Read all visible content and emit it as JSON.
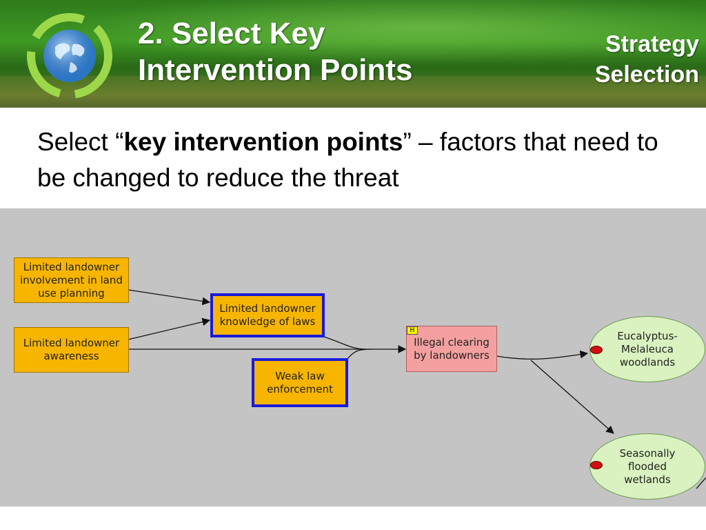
{
  "slide": {
    "title_line1": "2. Select Key",
    "title_line2": "Intervention Points",
    "section_line1": "Strategy",
    "section_line2": "Selection",
    "body_pre": "Select “",
    "body_bold": "key intervention points",
    "body_post": "” – factors that need to be changed to reduce the threat"
  },
  "diagram": {
    "nodes": {
      "involvement": "Limited landowner\ninvolvement in land\nuse planning",
      "awareness": "Limited landowner\nawareness",
      "knowledge": "Limited landowner\nknowledge of laws",
      "enforcement": "Weak law\nenforcement",
      "clearing": "Illegal clearing\nby landowners",
      "woodlands": "Eucalyptus-\nMelaleuca\nwoodlands",
      "wetlands": "Seasonally\nflooded\nwetlands"
    },
    "threat_rating": "H",
    "colors": {
      "factor": "#f7b500",
      "key_border": "#1a1ad8",
      "threat": "#f4a0a0",
      "target": "#d9f2bf",
      "canvas": "#c4c4c4"
    }
  }
}
